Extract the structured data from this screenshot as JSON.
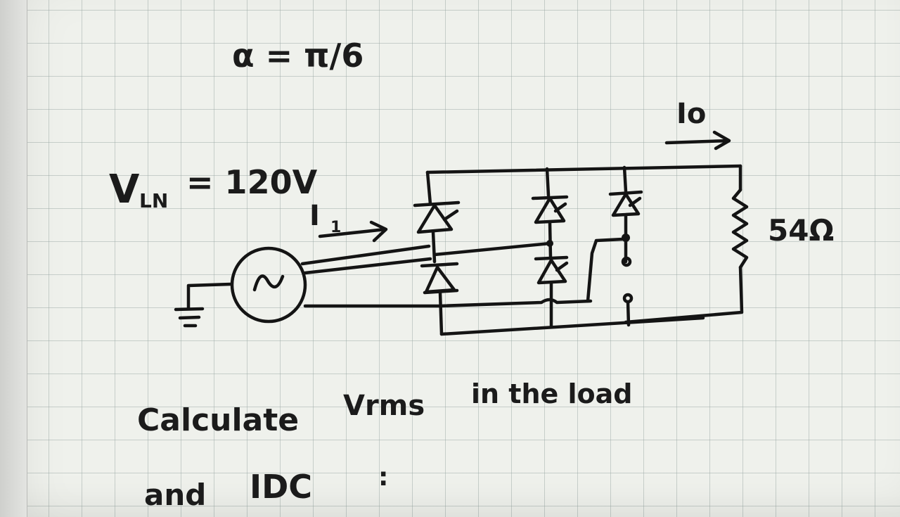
{
  "notes": {
    "alpha": "α = π/6",
    "vln": "V",
    "vln_sub": "LN",
    "vln_value": "= 120V",
    "i1": "I",
    "i1_sub": "1",
    "io": "Io",
    "resistor_label": "54Ω",
    "question_line1_a": "Calculate",
    "question_line1_b": "Vrms",
    "question_line1_c": "in the load",
    "question_line2_a": "and",
    "question_line2_b": "IDC",
    "question_line2_c": ":"
  },
  "icons": {
    "ac_source": "sine-wave-source-icon",
    "ground": "ground-symbol-icon",
    "thyristor": "thyristor-icon",
    "diode": "diode-icon",
    "arrow": "right-arrow-icon"
  },
  "colors": {
    "ink": "#141414",
    "paper": "#eff1ec",
    "grid": "#96a5a0"
  }
}
